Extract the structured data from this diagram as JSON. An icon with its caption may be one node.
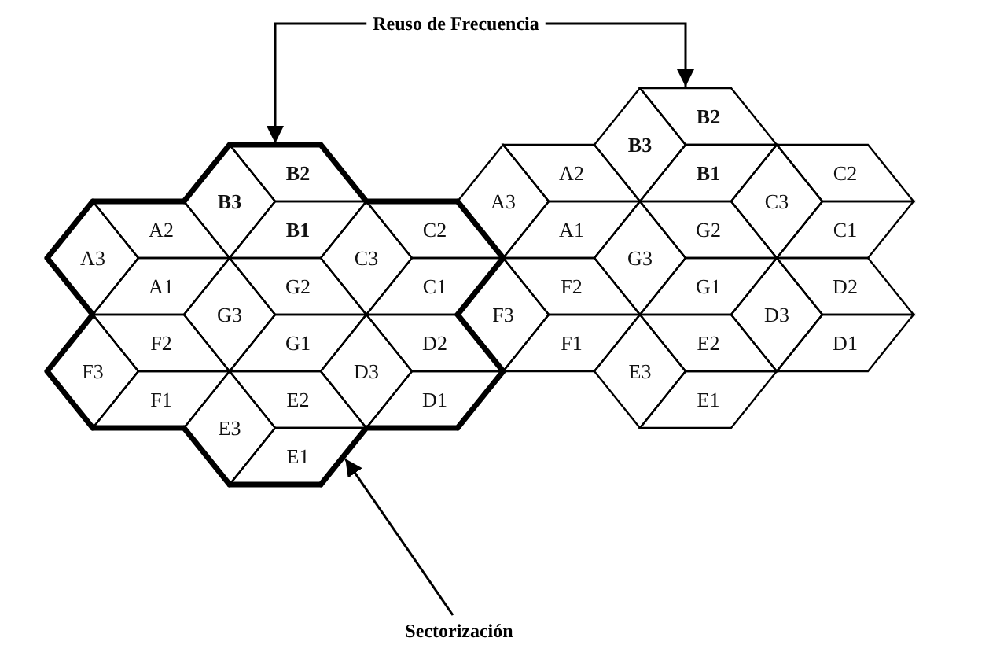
{
  "diagram": {
    "nodes": [
      {
        "text": [
          "Reuso de Frecuencia"
        ]
      },
      {
        "text": [
          "A1"
        ]
      },
      {
        "text": [
          "A2"
        ]
      },
      {
        "text": [
          "A3"
        ]
      },
      {
        "text": [
          "B1"
        ]
      },
      {
        "text": [
          "B2"
        ]
      },
      {
        "text": [
          "B3"
        ]
      },
      {
        "text": [
          "C1"
        ]
      },
      {
        "text": [
          "C2"
        ]
      },
      {
        "text": [
          "C3"
        ]
      },
      {
        "text": [
          "D1"
        ]
      },
      {
        "text": [
          "D2"
        ]
      },
      {
        "text": [
          "D3"
        ]
      },
      {
        "text": [
          "E1"
        ]
      },
      {
        "text": [
          "E2"
        ]
      },
      {
        "text": [
          "E3"
        ]
      },
      {
        "text": [
          "F1"
        ]
      },
      {
        "text": [
          "F2"
        ]
      },
      {
        "text": [
          "F3"
        ]
      },
      {
        "text": [
          "G1"
        ]
      },
      {
        "text": [
          "G2"
        ]
      },
      {
        "text": [
          "G3"
        ]
      },
      {
        "text": [
          "A1"
        ]
      },
      {
        "text": [
          "A2"
        ]
      },
      {
        "text": [
          "A3"
        ]
      },
      {
        "text": [
          "B1"
        ]
      },
      {
        "text": [
          "B2"
        ]
      },
      {
        "text": [
          "B3"
        ]
      },
      {
        "text": [
          "C1"
        ]
      },
      {
        "text": [
          "C2"
        ]
      },
      {
        "text": [
          "C3"
        ]
      },
      {
        "text": [
          "D1"
        ]
      },
      {
        "text": [
          "D2"
        ]
      },
      {
        "text": [
          "D3"
        ]
      },
      {
        "text": [
          "E1"
        ]
      },
      {
        "text": [
          "E2"
        ]
      },
      {
        "text": [
          "E3"
        ]
      },
      {
        "text": [
          "F1"
        ]
      },
      {
        "text": [
          "F2"
        ]
      },
      {
        "text": [
          "F3"
        ]
      },
      {
        "text": [
          "G1"
        ]
      },
      {
        "text": [
          "G2"
        ]
      },
      {
        "text": [
          "G3"
        ]
      },
      {
        "text": [
          "Sectorización"
        ]
      }
    ],
    "edges": [
      {
        "from": 0,
        "to": 5,
        "arrow": "to"
      },
      {
        "from": 0,
        "to": 26,
        "arrow": "to"
      },
      {
        "from": 43,
        "to": 13,
        "arrow": "to"
      }
    ]
  }
}
